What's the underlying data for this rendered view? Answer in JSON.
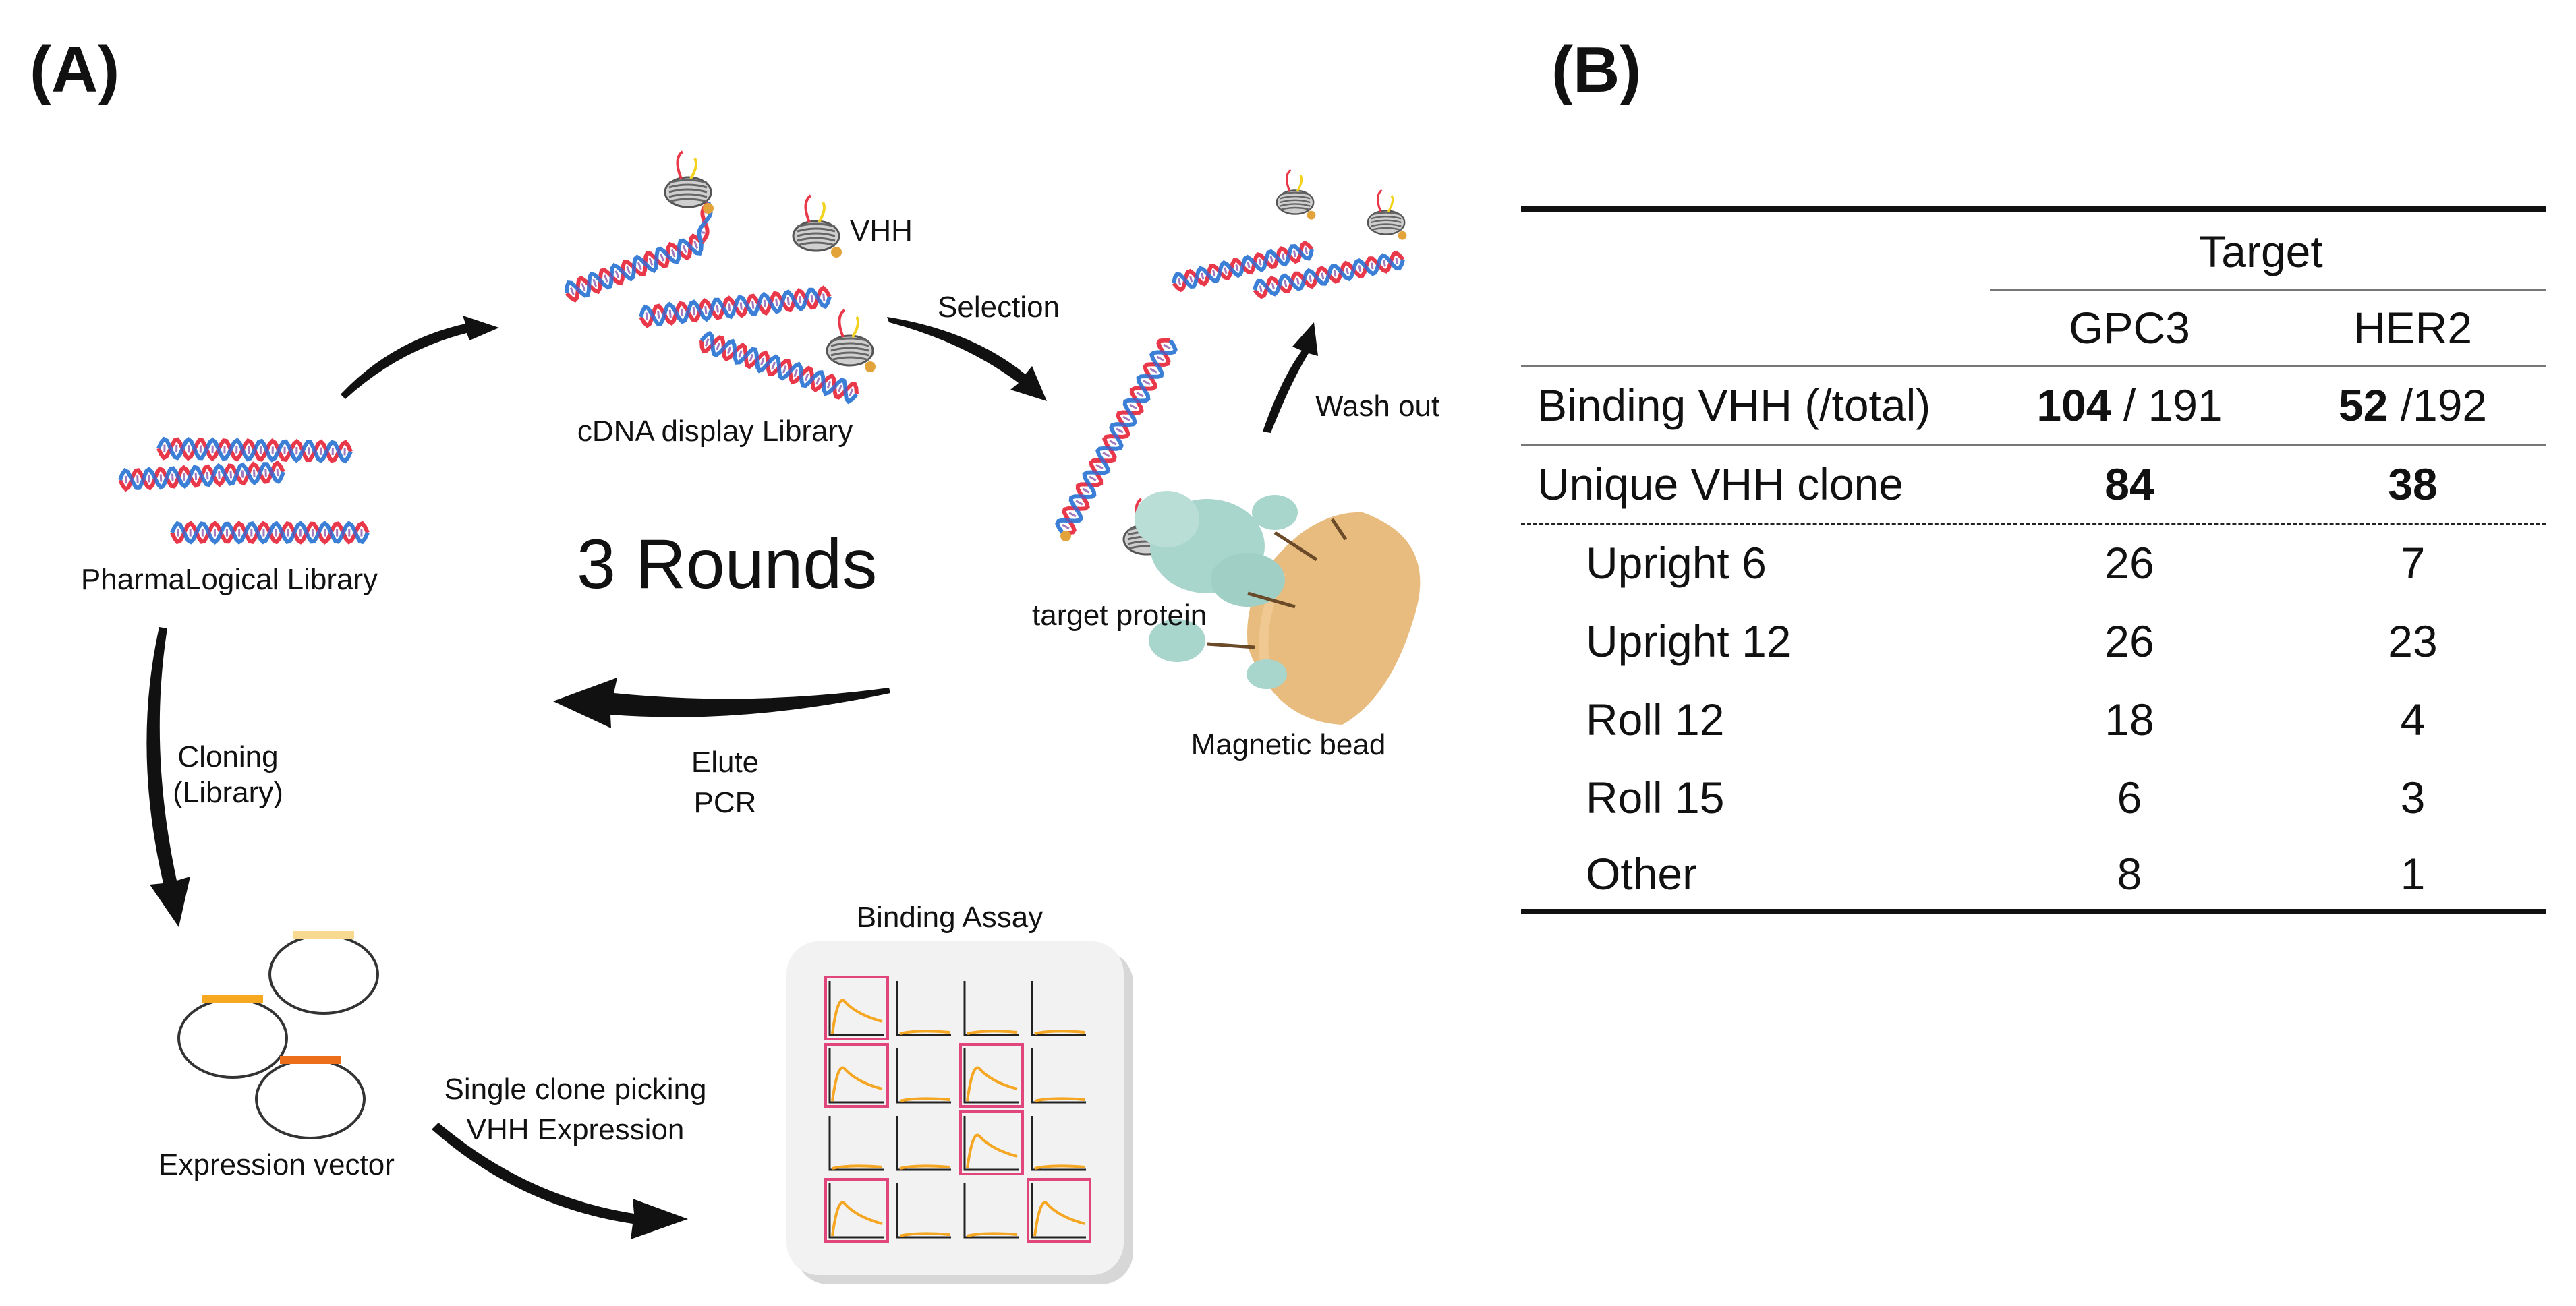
{
  "panels": {
    "a_label": "(A)",
    "b_label": "(B)"
  },
  "diagram": {
    "vhh": "VHH",
    "selection": "Selection",
    "cdna_library": "cDNA display Library",
    "wash_out": "Wash out",
    "pharmalogical_library": "PharmaLogical Library",
    "rounds": "3 Rounds",
    "target_protein": "target protein",
    "magnetic_bead": "Magnetic bead",
    "elute": "Elute",
    "pcr": "PCR",
    "cloning": "Cloning",
    "cloning_sub": "(Library)",
    "binding_assay": "Binding Assay",
    "single_clone": "Single clone picking",
    "vhh_expression": "VHH Expression",
    "expression_vector": "Expression vector",
    "plasmid_colors": [
      "#f7d98f",
      "#f6a821",
      "#ec6d1a"
    ],
    "assay_highlighted_cells": [
      0,
      4,
      6,
      10,
      12,
      15
    ],
    "colors": {
      "dna_red": "#e8384a",
      "dna_blue": "#3b7fd6",
      "curve": "#f5a623",
      "highlight": "#e0457b",
      "protein": "#a8d5cc",
      "bead": "#e7b877"
    }
  },
  "table": {
    "header_group": "Target",
    "columns": [
      "GPC3",
      "HER2"
    ],
    "binding_row": {
      "label": "Binding VHH (/total)",
      "gpc3_bold": "104",
      "gpc3_rest": " / 191",
      "her2_bold": "52",
      "her2_rest": " /192"
    },
    "unique_row": {
      "label": "Unique VHH clone",
      "gpc3": "84",
      "her2": "38"
    },
    "sub_rows": [
      {
        "label": "Upright 6",
        "gpc3": "26",
        "her2": "7"
      },
      {
        "label": "Upright 12",
        "gpc3": "26",
        "her2": "23"
      },
      {
        "label": "Roll 12",
        "gpc3": "18",
        "her2": "4"
      },
      {
        "label": "Roll 15",
        "gpc3": "6",
        "her2": "3"
      },
      {
        "label": "Other",
        "gpc3": "8",
        "her2": "1"
      }
    ]
  }
}
